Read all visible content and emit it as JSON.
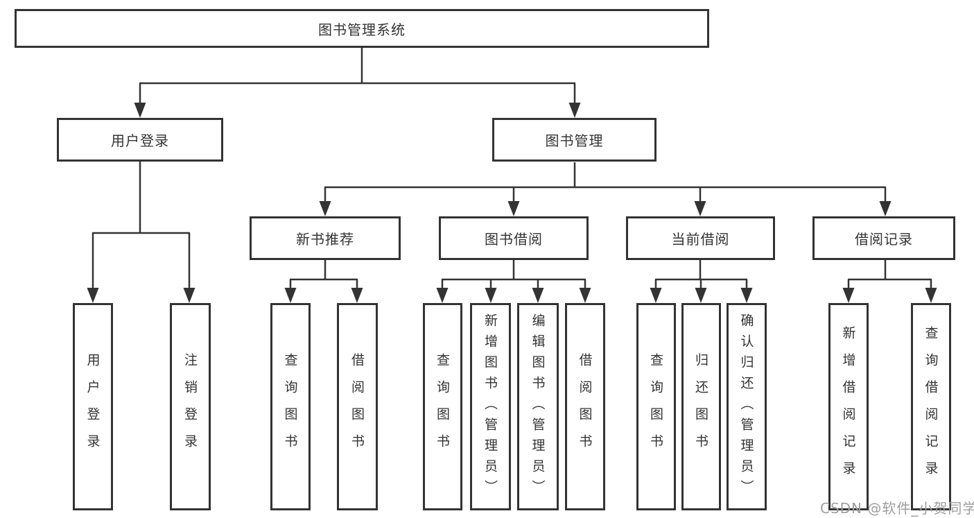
{
  "nodes": {
    "root": "图书管理系统",
    "user_login": "用户登录",
    "book_management": "图书管理",
    "new_book_recommend": "新书推荐",
    "book_borrow": "图书借阅",
    "current_borrow": "当前借阅",
    "borrow_records": "借阅记录",
    "leaf_user_login": "用户登录",
    "leaf_logout": "注销登录",
    "leaf_query_book_recommend": "查询图书",
    "leaf_borrow_book_recommend": "借阅图书",
    "leaf_query_book_borrow": "查询图书",
    "leaf_add_book_admin": "新增图书（管理员）",
    "leaf_edit_book_admin": "编辑图书（管理员）",
    "leaf_borrow_book_borrow": "借阅图书",
    "leaf_query_book_current": "查询图书",
    "leaf_return_book": "归还图书",
    "leaf_confirm_return_admin": "确认归还（管理员）",
    "leaf_add_borrow_record": "新增借阅记录",
    "leaf_query_borrow_record": "查询借阅记录"
  },
  "watermark": "CSDN @软件_小贺同学",
  "colors": {
    "line": "#333333",
    "box_border": "#333333",
    "text": "#333333",
    "watermark": "#9e9e9e",
    "background": "#ffffff"
  }
}
